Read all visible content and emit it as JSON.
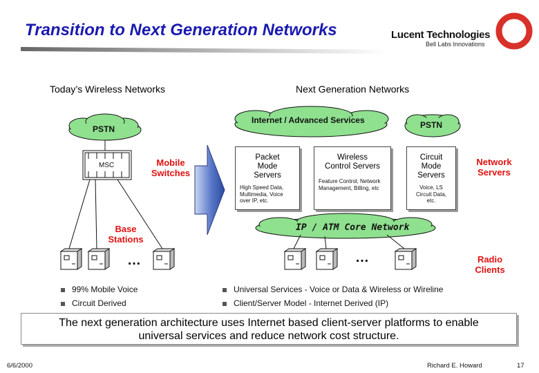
{
  "header": {
    "title": "Transition to Next Generation Networks",
    "brand_name": "Lucent Technologies",
    "brand_tagline": "Bell Labs Innovations"
  },
  "left": {
    "heading": "Today’s Wireless Networks",
    "pstn_label": "PSTN",
    "msc_label": "MSC",
    "mobile_switches": [
      "Mobile",
      "Switches"
    ],
    "base_stations": [
      "Base",
      "Stations"
    ],
    "ellipsis": "…",
    "bullets": [
      "99% Mobile Voice",
      "Circuit Derived"
    ]
  },
  "right": {
    "heading": "Next Generation Networks",
    "internet_label": "Internet / Advanced Services",
    "pstn_label": "PSTN",
    "packet_servers": {
      "title": [
        "Packet",
        "Mode",
        "Servers"
      ],
      "desc": [
        "High Speed Data,",
        "Multimedia, Voice",
        "over IP, etc."
      ]
    },
    "wireless_servers": {
      "title": [
        "Wireless",
        "Control Servers"
      ],
      "desc": [
        "Feature Control, Network",
        "Management, Billing, etc"
      ]
    },
    "circuit_servers": {
      "title": [
        "Circuit",
        "Mode",
        "Servers"
      ],
      "desc": [
        "Voice, LS",
        "Circuit Data,",
        "etc."
      ]
    },
    "network_servers": [
      "Network",
      "Servers"
    ],
    "core_label": "IP / ATM Core Network",
    "ellipsis": "…",
    "radio_clients": [
      "Radio",
      "Clients"
    ],
    "bullets": [
      "Universal Services - Voice or Data & Wireless or Wireline",
      "Client/Server Model - Internet Derived (IP)"
    ]
  },
  "summary": [
    "The next generation architecture uses Internet based client-server platforms to enable",
    "universal services and reduce network cost structure."
  ],
  "footer": {
    "date": "6/6/2000",
    "author": "Richard E. Howard",
    "page": "17"
  },
  "colors": {
    "title": "#1a1ab0",
    "accent_red": "#e01010",
    "cloud_green": "#8fe08f",
    "arrow_blue": "#5a78c8"
  },
  "icons": [
    "lucent-ring-logo",
    "cloud-icon",
    "switch-rack-icon",
    "base-station-icon",
    "transition-arrow-icon"
  ]
}
